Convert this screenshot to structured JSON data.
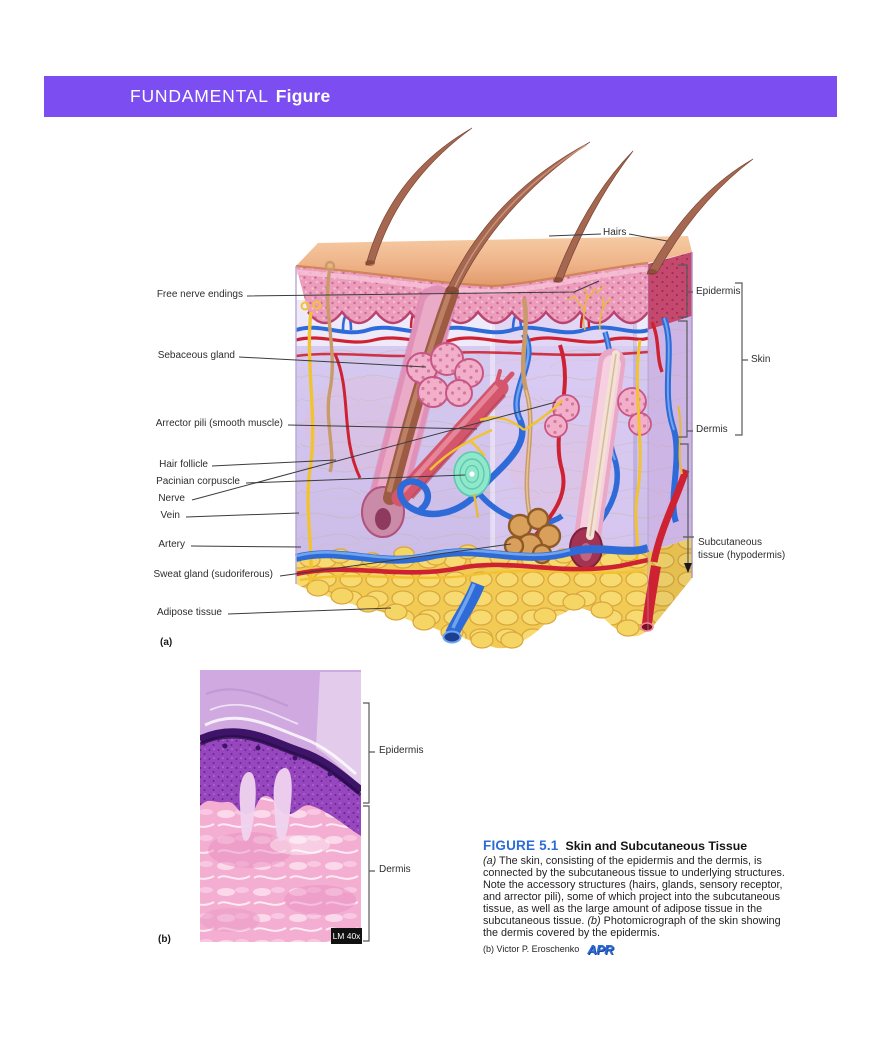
{
  "banner": {
    "word1": "FUNDAMENTAL",
    "word2": "Figure",
    "bg_color": "#7C4DF1"
  },
  "illustration": {
    "marker_a": "(a)",
    "left_labels": [
      "Free nerve endings",
      "Sebaceous gland",
      "Arrector pili (smooth muscle)",
      "Hair follicle",
      "Pacinian corpuscle",
      "Nerve",
      "Vein",
      "Artery",
      "Sweat gland (sudoriferous)",
      "Adipose tissue"
    ],
    "right_labels": {
      "hairs": "Hairs",
      "epidermis": "Epidermis",
      "skin": "Skin",
      "dermis": "Dermis",
      "subcutaneous_line1": "Subcutaneous",
      "subcutaneous_line2": "tissue (hypodermis)"
    }
  },
  "micrograph": {
    "marker_b": "(b)",
    "epidermis_label": "Epidermis",
    "dermis_label": "Dermis",
    "magnification": "LM 40x"
  },
  "caption": {
    "figure_label": "FIGURE 5.1",
    "title": "Skin and Subcutaneous Tissue",
    "marker_a": "(a)",
    "body_part1": " The skin, consisting of the epidermis and the dermis, is connected by the subcutaneous tissue to underlying structures. Note the accessory structures (hairs, glands, sensory receptor, and arrector pili), some of which project into the subcutaneous tissue, as well as the large amount of adipose tissue in the subcutaneous tissue. ",
    "marker_b": "(b)",
    "body_part2": " Photomicrograph of the skin showing the dermis covered by the epidermis.",
    "credit": "(b) Victor P. Eroschenko",
    "logo": "APR",
    "accent_color": "#2E6BD6"
  }
}
